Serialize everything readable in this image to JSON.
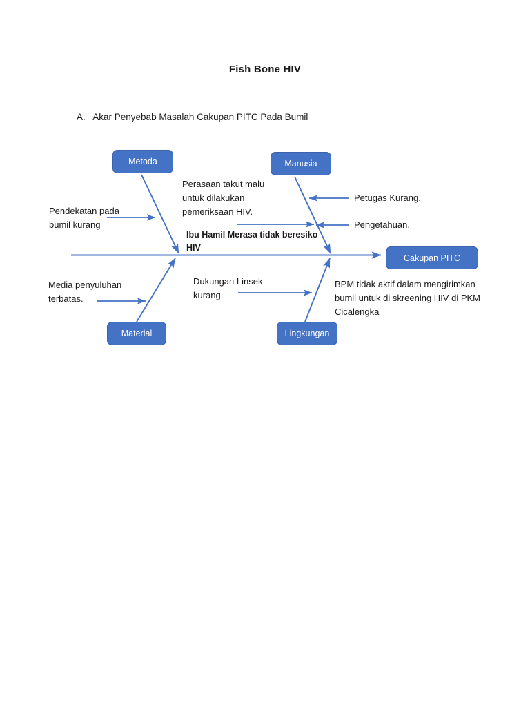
{
  "document": {
    "title": "Fish Bone  HIV",
    "section_label": "A.   Akar Penyebab Masalah Cakupan PITC Pada Bumil"
  },
  "colors": {
    "box_fill": "#4472C4",
    "box_border": "#3B62AC",
    "box_text": "#FFFFFF",
    "line": "#4472C4",
    "text": "#1A1A1A",
    "page_background": "#FFFFFF"
  },
  "diagram": {
    "type": "fishbone",
    "effect": {
      "label": "Cakupan PITC"
    },
    "categories": [
      {
        "id": "metoda",
        "label": "Metoda",
        "position": "top-left"
      },
      {
        "id": "manusia",
        "label": "Manusia",
        "position": "top-right"
      },
      {
        "id": "material",
        "label": "Material",
        "position": "bottom-left"
      },
      {
        "id": "lingkungan",
        "label": "Lingkungan",
        "position": "bottom-right"
      }
    ],
    "causes": [
      {
        "id": "metoda-a",
        "category": "metoda",
        "text": "Perasaan takut malu\nuntuk dilakukan\npemeriksaan HIV.",
        "bold": false
      },
      {
        "id": "metoda-b",
        "category": "metoda",
        "text": "Pendekatan pada\nbumil kurang",
        "bold": false
      },
      {
        "id": "manusia-a",
        "category": "manusia",
        "text": "Petugas Kurang.",
        "bold": false
      },
      {
        "id": "manusia-b",
        "category": "manusia",
        "text": "Pengetahuan.",
        "bold": false
      },
      {
        "id": "center",
        "category": "manusia",
        "text": "Ibu Hamil Merasa tidak beresiko\nHIV",
        "bold": true
      },
      {
        "id": "material-a",
        "category": "material",
        "text": "Media penyuluhan\nterbatas.",
        "bold": false
      },
      {
        "id": "lingkungan-a",
        "category": "lingkungan",
        "text": "Dukungan Linsek\nkurang.",
        "bold": false
      },
      {
        "id": "lingkungan-b",
        "category": "lingkungan",
        "text": "BPM tidak aktif dalam mengirimkan\nbumil untuk di skreening HIV di PKM\nCicalengka",
        "bold": false
      }
    ]
  }
}
